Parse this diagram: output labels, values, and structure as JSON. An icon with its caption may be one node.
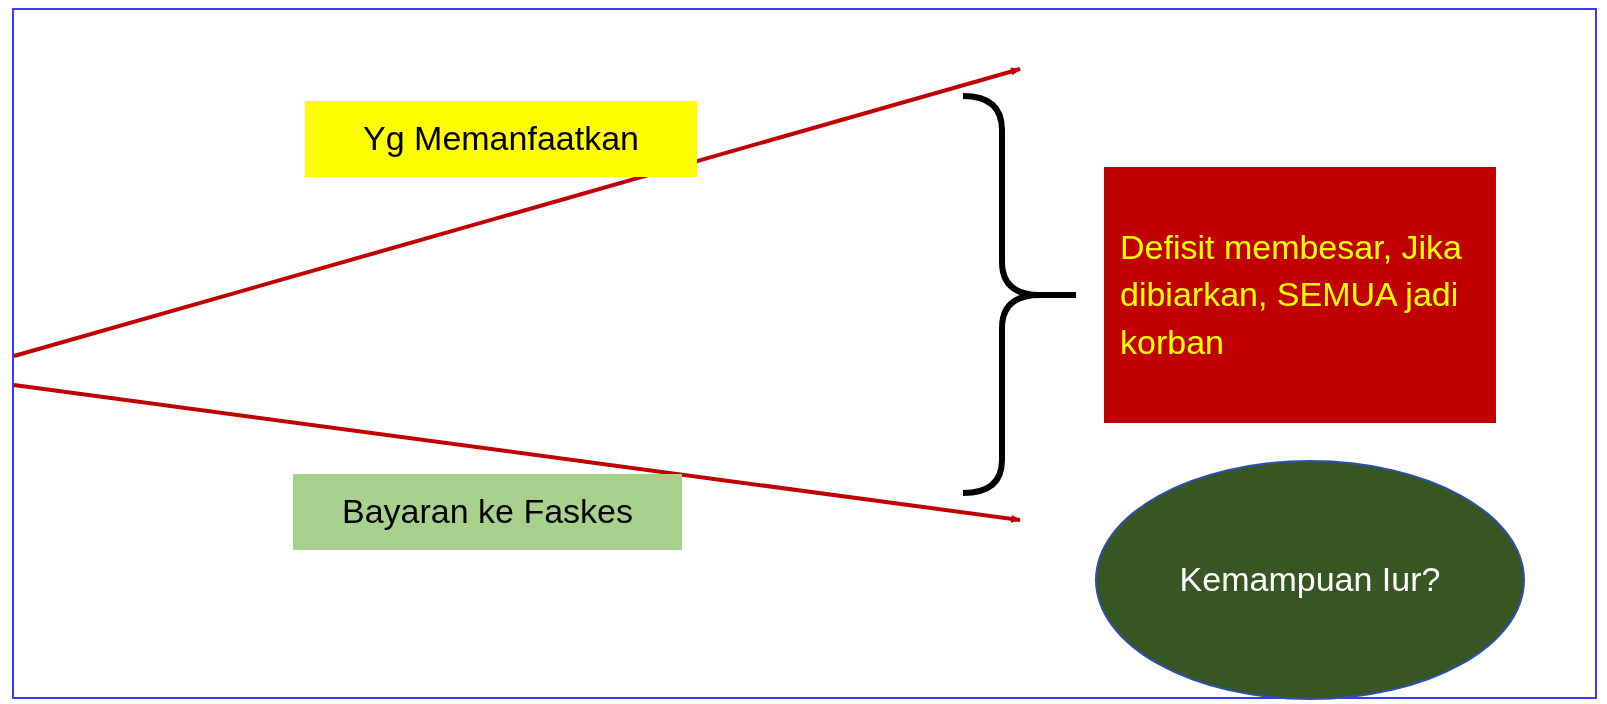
{
  "diagram": {
    "nodes": [
      {
        "text": [
          "Yg Memanfaatkan"
        ]
      },
      {
        "text": [
          "Bayaran ke Faskes"
        ]
      },
      {
        "text": [
          "Defisit membesar, Jika dibiarkan, SEMUA jadi korban"
        ]
      },
      {
        "text": [
          "Kemampuan Iur?"
        ]
      }
    ]
  }
}
